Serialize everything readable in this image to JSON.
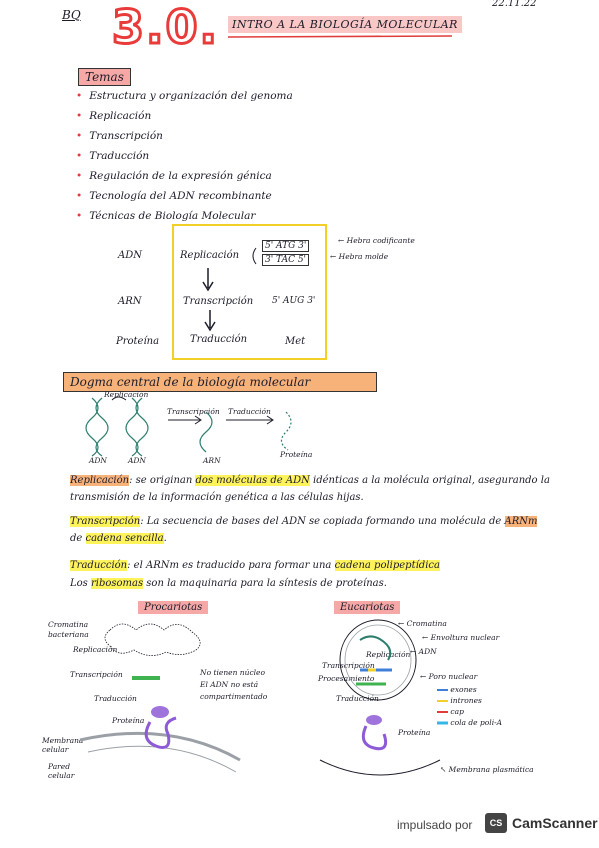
{
  "header": {
    "code": "BQ",
    "number": "3.0.",
    "title": "INTRO A LA BIOLOGÍA MOLECULAR",
    "date": "22.11.22"
  },
  "temas": {
    "heading": "Temas",
    "items": [
      "Estructura y organización del genoma",
      "Replicación",
      "Transcripción",
      "Traducción",
      "Regulación de la expresión génica",
      "Tecnología del ADN recombinante",
      "Técnicas de Biología Molecular"
    ]
  },
  "dogma_table": {
    "rows": [
      {
        "molecule": "ADN",
        "process": "Replicación",
        "seq1": "5' ATG 3'",
        "seq2": "3' TAC 5'"
      },
      {
        "molecule": "ARN",
        "process": "Transcripción",
        "seq": "5' AUG 3'"
      },
      {
        "molecule": "Proteína",
        "process": "Traducción",
        "seq": "Met"
      }
    ],
    "strand_notes": [
      "Hebra codificante",
      "Hebra molde"
    ]
  },
  "dogma": {
    "heading": "Dogma central de la biología molecular",
    "labels": {
      "replicacion": "Replicación",
      "transcripcion": "Transcripción",
      "traduccion": "Traducción",
      "adn1": "ADN",
      "adn2": "ADN",
      "arn": "ARN",
      "proteina": "Proteína"
    }
  },
  "definitions": [
    {
      "term": "Replicación",
      "text1": ": se originan ",
      "hl": "dos moléculas de ADN",
      "text2": " idénticas a la molécula original, asegurando la transmisión de la información genética a las células hijas."
    },
    {
      "term": "Transcripción",
      "text1": ": La secuencia de bases del ADN se copiada formando una molécula de ",
      "hl": "ARNm",
      "text2": " de ",
      "hl2": "cadena sencilla",
      "text3": "."
    },
    {
      "term": "Traducción",
      "text1": ": el ARNm es traducido para formar una ",
      "hl": "cadena polipeptídica",
      "text2": ""
    },
    {
      "term": "",
      "text1": "Los ",
      "hl": "ribosomas",
      "text2": " son la maquinaria para la síntesis de proteínas."
    }
  ],
  "procariotas": {
    "title": "Procariotas",
    "labels": {
      "cromatina": "Cromatina bacteriana",
      "replicacion": "Replicación",
      "transcripcion": "Transcripción",
      "traduccion": "Traducción",
      "proteina": "Proteína",
      "membrana": "Membrana celular",
      "pared": "Pared celular"
    },
    "notes": [
      "No tienen núcleo",
      "El ADN no está",
      "compartimentado"
    ]
  },
  "eucariotas": {
    "title": "Eucariotas",
    "labels": {
      "cromatina": "Cromatina",
      "envoltura": "Envoltura nuclear",
      "adn": "ADN",
      "replicacion": "Replicación",
      "transcripcion": "Transcripción",
      "procesamiento": "Procesamiento",
      "poro": "Poro nuclear",
      "traduccion": "Traducción",
      "proteina": "Proteína",
      "membrana": "Membrana plasmática"
    },
    "legend": [
      {
        "label": "exones",
        "color": "#3f7fd9"
      },
      {
        "label": "intrones",
        "color": "#f2d028"
      },
      {
        "label": "cap",
        "color": "#e13c3c"
      },
      {
        "label": "cola de poli-A",
        "color": "#33b6e8"
      }
    ]
  },
  "footer": {
    "powered": "impulsado por",
    "badge": "CS",
    "brand": "CamScanner"
  },
  "colors": {
    "red": "#e13c3c",
    "yellow": "#f2d028",
    "pink": "#f6a8a6",
    "orange": "#f7b27a",
    "green": "#3fb34f",
    "purple": "#8e5bd6",
    "blue": "#3f7fd9"
  }
}
